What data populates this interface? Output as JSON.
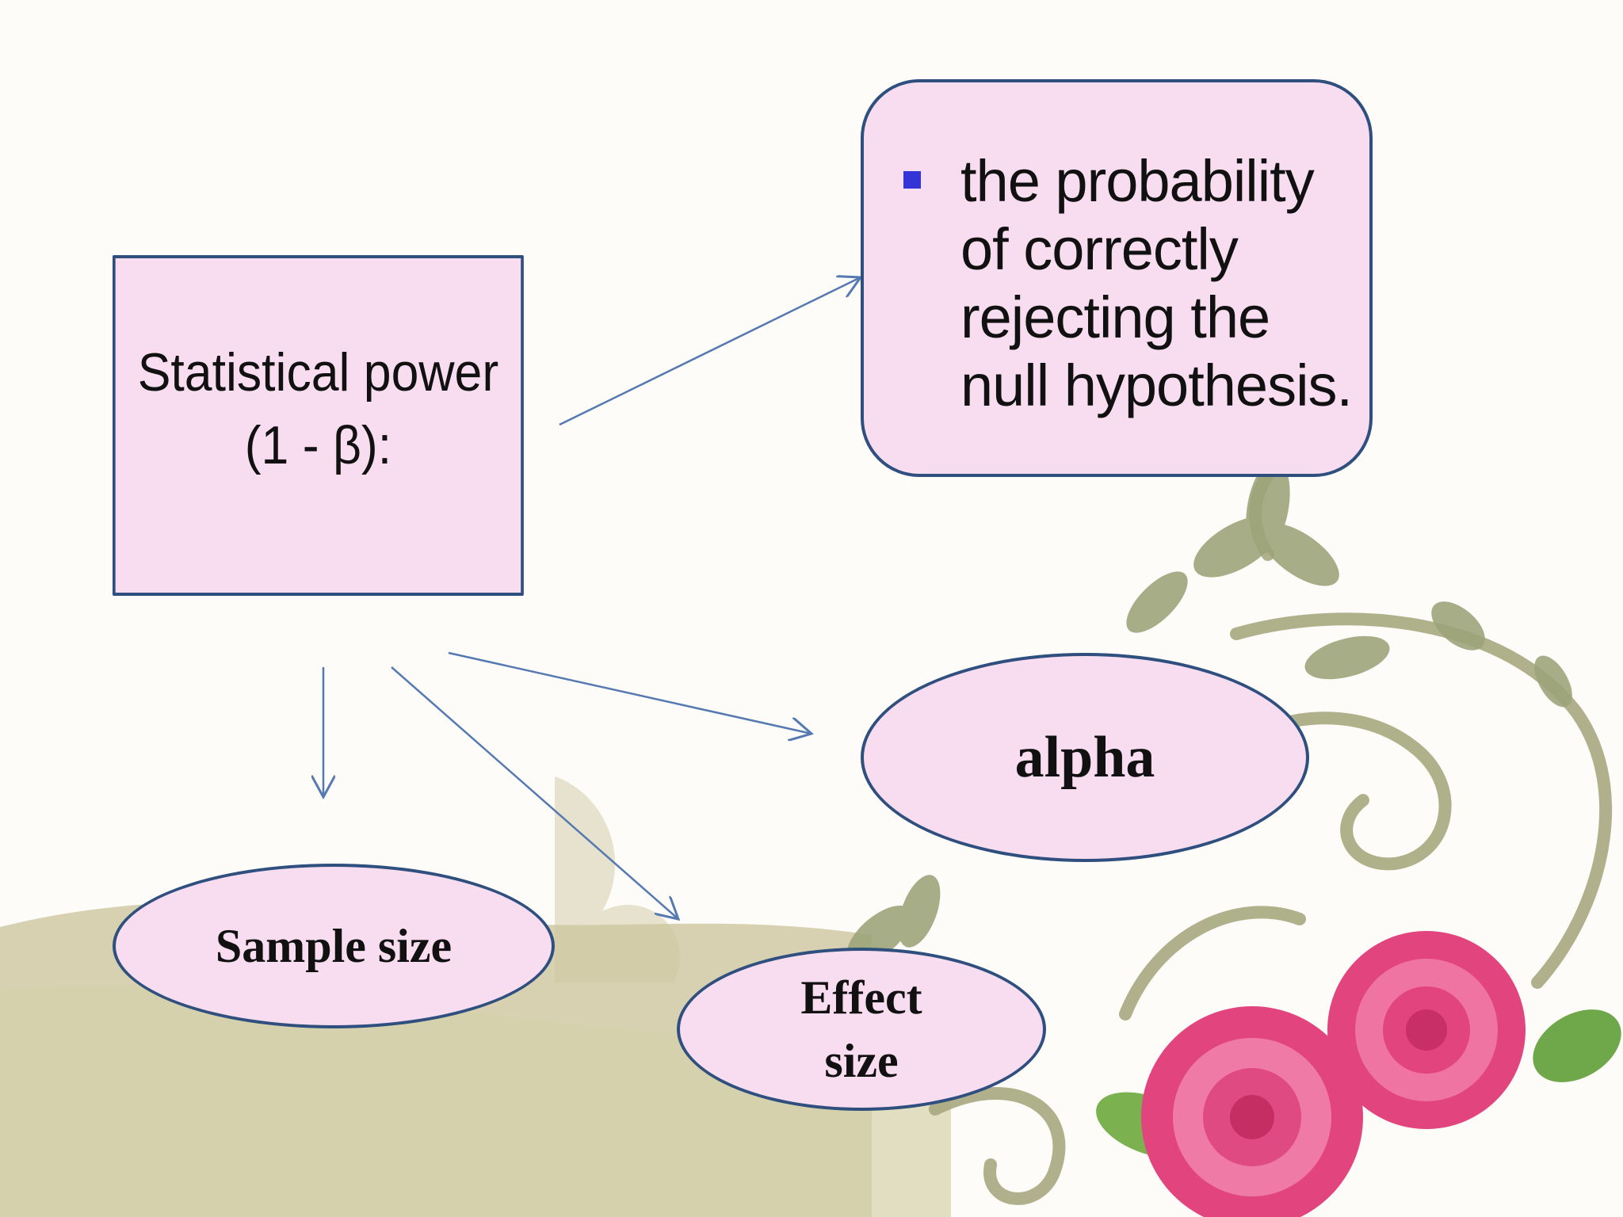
{
  "power_box": {
    "line1": "Statistical power",
    "line2": "(1 - β):"
  },
  "definition_box": {
    "text": "the probability of correctly rejecting the null hypothesis.",
    "bullet_color": "#3434d6"
  },
  "factors": {
    "alpha": "alpha",
    "sample_size": "Sample size",
    "effect_size_line1": "Effect",
    "effect_size_line2": "size"
  },
  "colors": {
    "node_fill": "#f8dcef",
    "node_border": "#2f4f7f",
    "arrow": "#5579b0",
    "rose": "#e85a8c",
    "leaf": "#9aa67a"
  }
}
